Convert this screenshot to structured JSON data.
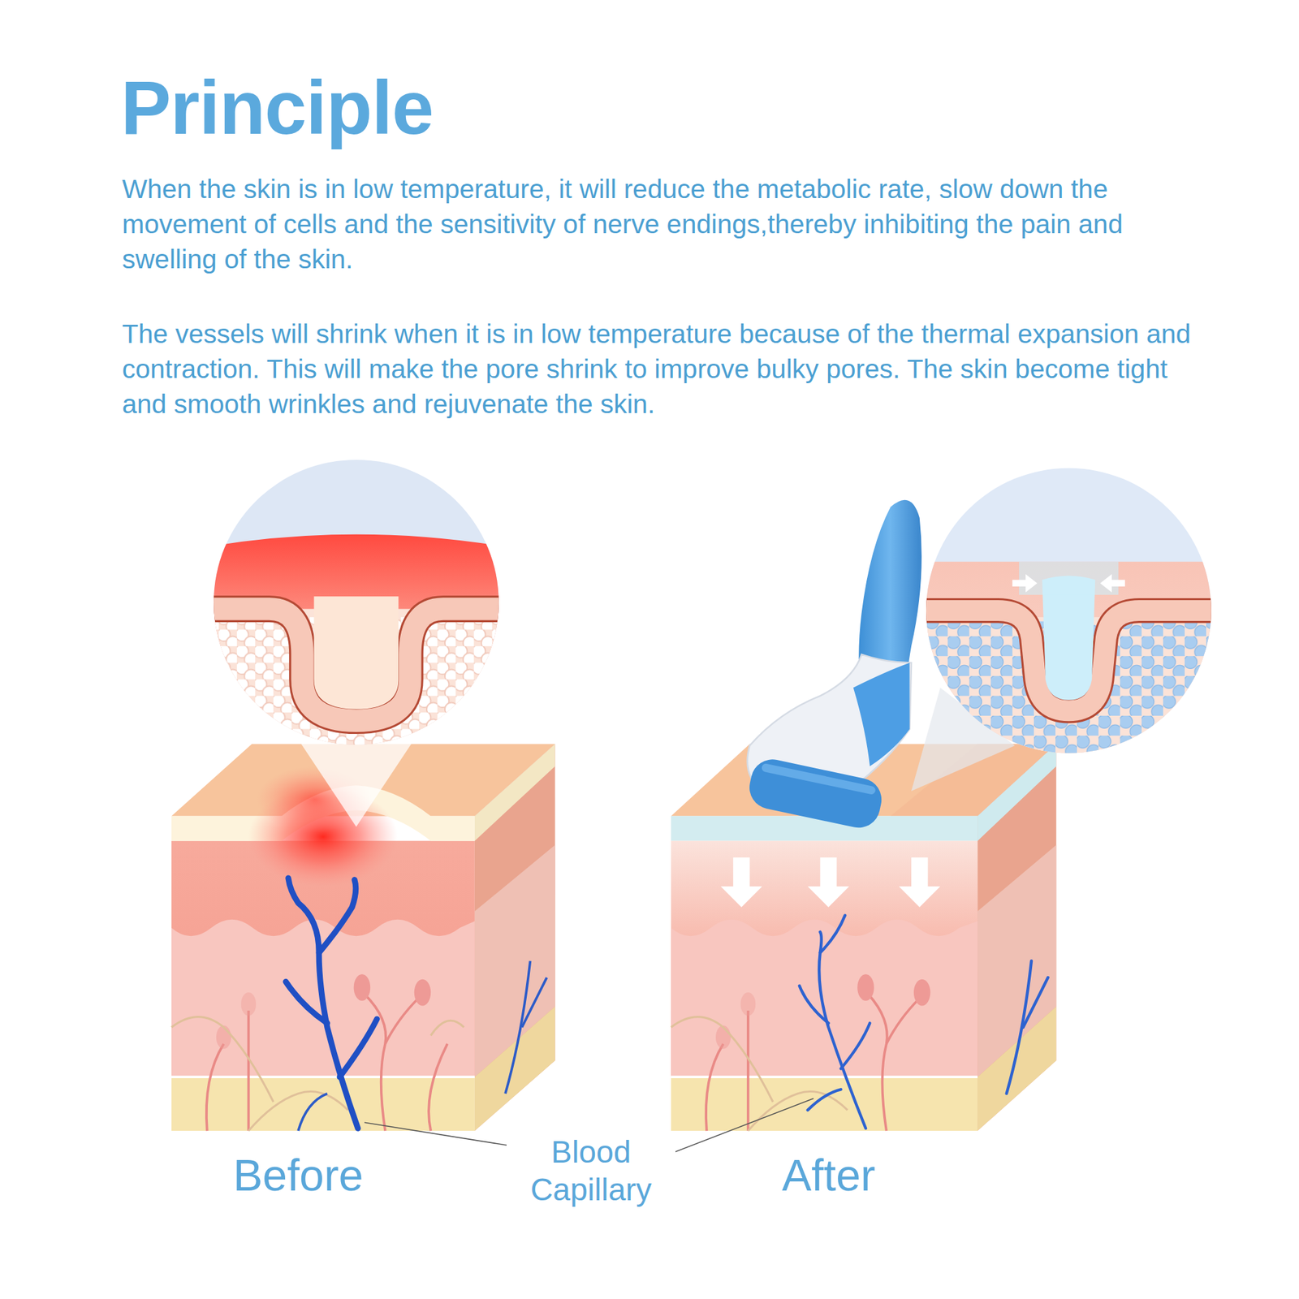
{
  "diagram": {
    "title": "Principle",
    "labels": [
      "When the skin is in low temperature, it will reduce the metabolic rate, slow down the movement of cells and the sensitivity of nerve endings,thereby inhibiting the pain and swelling of the skin.",
      "The vessels will shrink when it is in low temperature because of the thermal expansion and contraction. This will make the pore shrink to improve bulky pores. The skin become tight and smooth wrinkles and rejuvenate the skin.",
      "Before",
      "Blood Capillary",
      "After"
    ]
  }
}
